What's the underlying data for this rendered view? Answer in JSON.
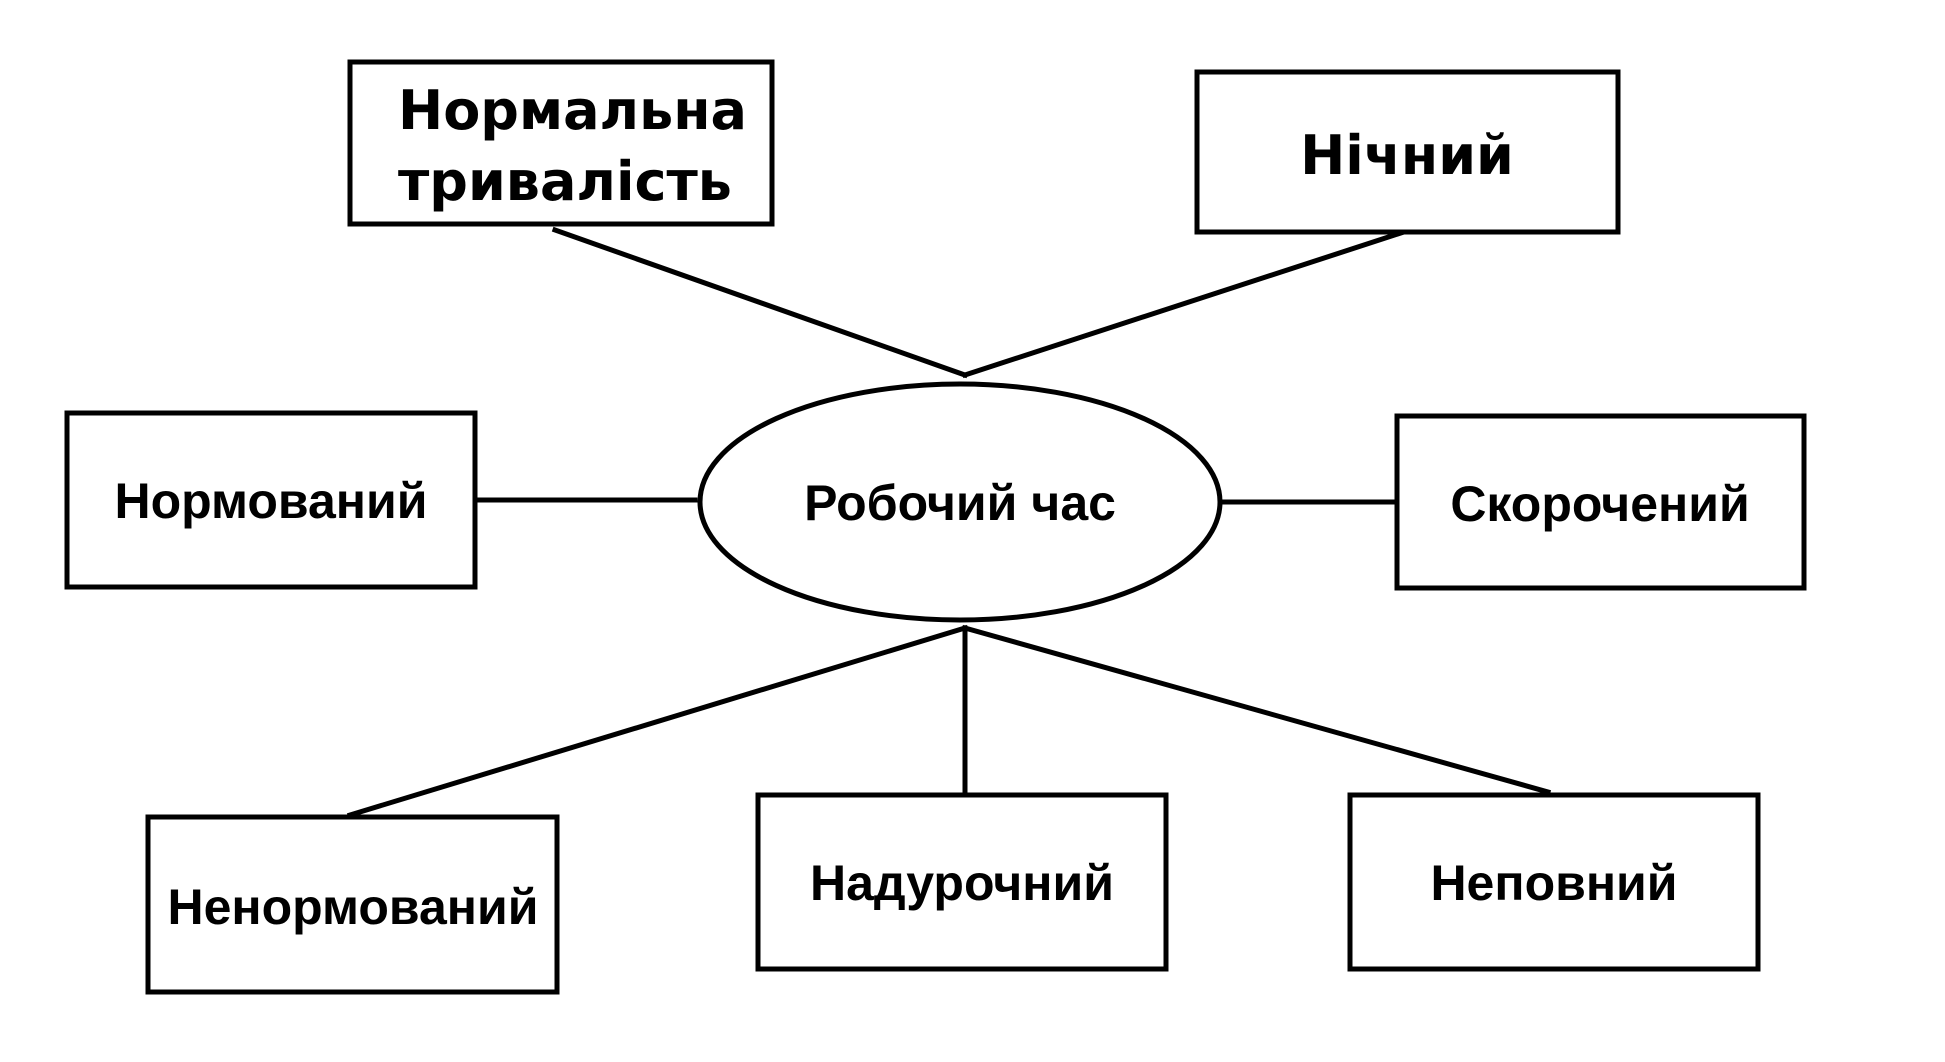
{
  "diagram": {
    "center": {
      "label": "Робочий час"
    },
    "nodes": {
      "normal_duration": {
        "line1": "Нормальна",
        "line2": "тривалість"
      },
      "night": {
        "label": "Нічний"
      },
      "normalized": {
        "label": "Нормований"
      },
      "reduced": {
        "label": "Скорочений"
      },
      "irregular": {
        "label": "Ненормований"
      },
      "overtime": {
        "label": "Надурочний"
      },
      "part_time": {
        "label": "Неповний"
      }
    },
    "colors": {
      "stroke": "#000000",
      "background": "#ffffff"
    }
  }
}
